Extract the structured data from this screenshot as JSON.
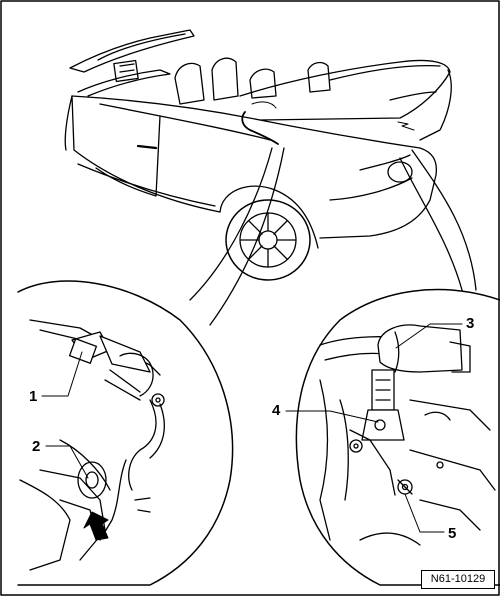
{
  "diagram": {
    "callouts": {
      "c1": "1",
      "c2": "2",
      "c3": "3",
      "c4": "4",
      "c5": "5"
    },
    "reference_code": "N61-10129",
    "arrow_icon": "direction-arrow-icon"
  }
}
